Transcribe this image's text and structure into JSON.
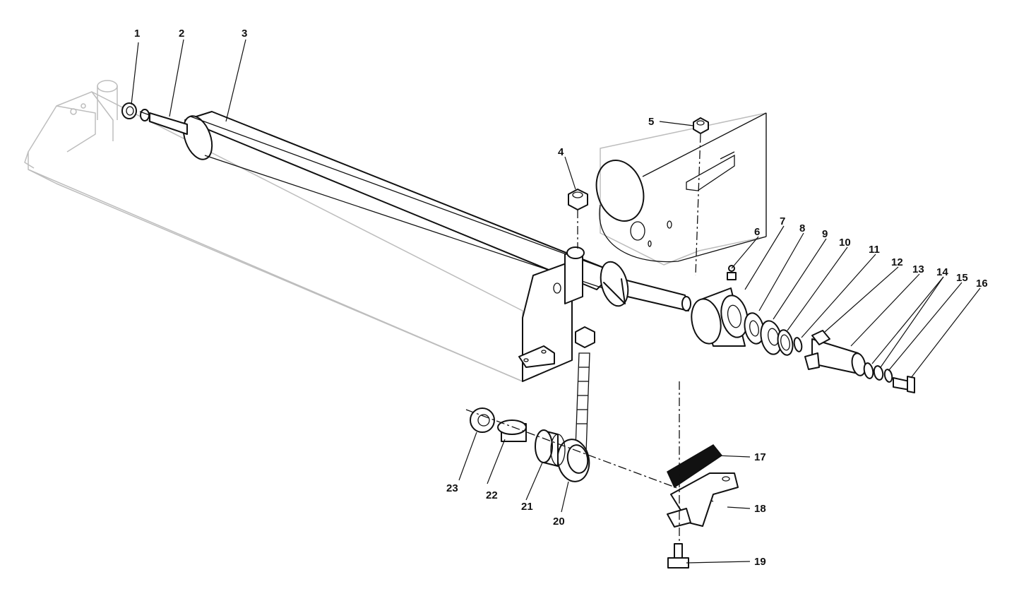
{
  "callouts": [
    {
      "id": "1",
      "text": "1"
    },
    {
      "id": "2",
      "text": "2"
    },
    {
      "id": "3",
      "text": "3"
    },
    {
      "id": "4",
      "text": "4"
    },
    {
      "id": "5",
      "text": "5"
    },
    {
      "id": "6",
      "text": "6"
    },
    {
      "id": "7",
      "text": "7"
    },
    {
      "id": "8",
      "text": "8"
    },
    {
      "id": "9",
      "text": "9"
    },
    {
      "id": "10",
      "text": "10"
    },
    {
      "id": "11",
      "text": "11"
    },
    {
      "id": "12",
      "text": "12"
    },
    {
      "id": "13",
      "text": "13"
    },
    {
      "id": "14",
      "text": "14"
    },
    {
      "id": "15",
      "text": "15"
    },
    {
      "id": "16",
      "text": "16"
    },
    {
      "id": "17",
      "text": "17"
    },
    {
      "id": "18",
      "text": "18"
    },
    {
      "id": "19",
      "text": "19"
    },
    {
      "id": "20",
      "text": "20"
    },
    {
      "id": "21",
      "text": "21"
    },
    {
      "id": "22",
      "text": "22"
    },
    {
      "id": "23",
      "text": "23"
    }
  ],
  "colors": {
    "ink": "#111111",
    "ghost": "#bdbdbd",
    "background": "#ffffff"
  }
}
